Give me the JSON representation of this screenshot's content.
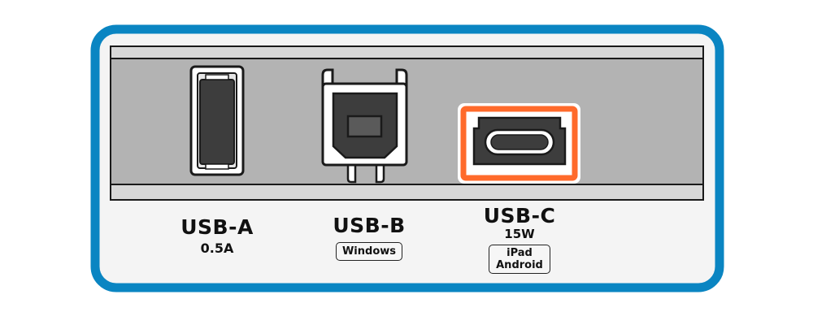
{
  "colors": {
    "frame_border": "#0a85c2",
    "panel_bg": "#f4f4f4",
    "device_gray": "#b3b3b3",
    "highlight": "#ff6a2b",
    "connector_dark": "#3d3d3d",
    "outline": "#1a1a1a"
  },
  "ports": {
    "usb_a": {
      "name": "USB-A",
      "spec": "0.5A"
    },
    "usb_b": {
      "name": "USB-B",
      "badge": "Windows"
    },
    "usb_c": {
      "name": "USB-C",
      "spec": "15W",
      "badge_line1": "iPad",
      "badge_line2": "Android",
      "highlighted": true
    }
  }
}
